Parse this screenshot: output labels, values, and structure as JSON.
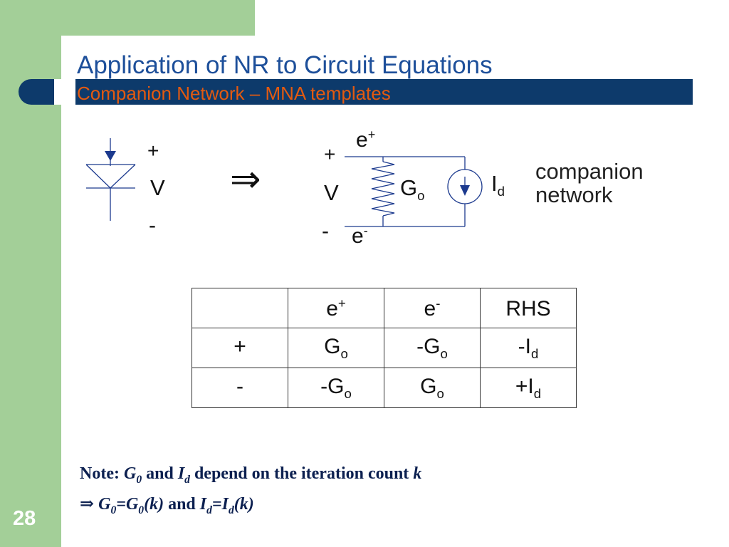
{
  "slide": {
    "title": "Application of NR to Circuit Equations",
    "subtitle": "Companion Network – MNA templates",
    "page_number": "28",
    "colors": {
      "sidebar": "#a3cf98",
      "title_bar": "#0d3a6b",
      "title": "#1d4f9a",
      "subtitle": "#e35a10",
      "note": "#0c2050"
    }
  },
  "diagram": {
    "diode": {
      "plus": "+",
      "voltage": "V",
      "minus": "-"
    },
    "implies": "⇒",
    "companion": {
      "plus": "+",
      "voltage": "V",
      "minus": "-",
      "top_node": "e",
      "top_node_sup": "+",
      "bottom_node": "e",
      "bottom_node_sup": "-",
      "conductance": "G",
      "conductance_sub": "o",
      "current": "I",
      "current_sub": "d"
    },
    "caption_line1": "companion",
    "caption_line2": "network"
  },
  "table": {
    "header": [
      {
        "main": "",
        "sup": ""
      },
      {
        "main": "e",
        "sup": "+"
      },
      {
        "main": "e",
        "sup": "-"
      },
      {
        "main": "RHS",
        "sup": ""
      }
    ],
    "rows": [
      [
        {
          "main": "+",
          "sub": ""
        },
        {
          "main": "G",
          "sub": "o"
        },
        {
          "main": "-G",
          "sub": "o"
        },
        {
          "main": "-I",
          "sub": "d"
        }
      ],
      [
        {
          "main": "-",
          "sub": ""
        },
        {
          "main": "-G",
          "sub": "o"
        },
        {
          "main": "G",
          "sub": "o"
        },
        {
          "main": "+I",
          "sub": "d"
        }
      ]
    ]
  },
  "note": {
    "line1": {
      "prefix": "Note: ",
      "g": "G",
      "g_sub": "0",
      "and": " and ",
      "i": "I",
      "i_sub": "d",
      "rest": " depend on the iteration count ",
      "k": "k"
    },
    "line2": {
      "arrow": "⇒ ",
      "g": "G",
      "g_sub": "0",
      "eq": "=",
      "g2": "G",
      "g2_sub": "0",
      "arg": "(k)",
      "and": " and ",
      "i": "I",
      "i_sub": "d",
      "eq2": "=",
      "i2": "I",
      "i2_sub": "d",
      "arg2": "(k)"
    }
  }
}
